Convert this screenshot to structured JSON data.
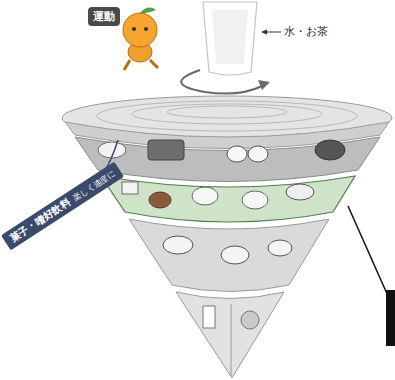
{
  "diagram": {
    "nodes": [
      {
        "text": [
          "運動"
        ]
      },
      {
        "text": [
          "菓子・嗜好飲料",
          "楽しく適度に"
        ]
      }
    ],
    "labels": [
      "水・お茶"
    ]
  }
}
